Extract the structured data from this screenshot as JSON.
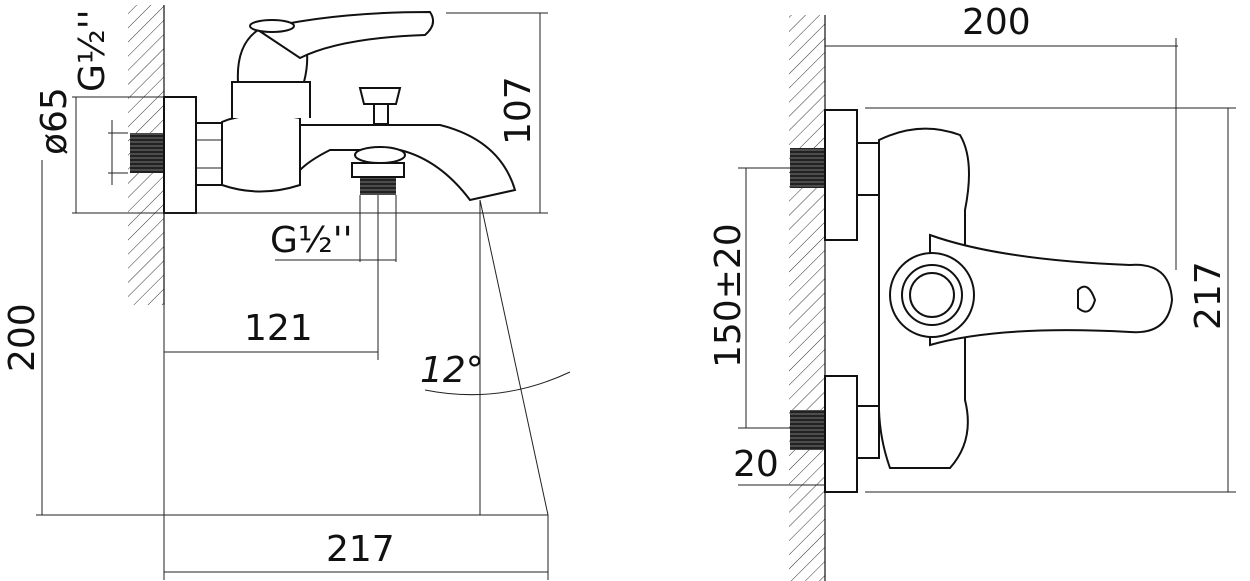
{
  "side_view": {
    "dimensions": {
      "thread_inlet": "G½''",
      "diameter_flange": "ø65",
      "height_top": "107",
      "thread_outlet": "G½''",
      "spout_offset": "121",
      "angle": "12°",
      "height_total": "200",
      "width_total": "217"
    }
  },
  "front_view": {
    "dimensions": {
      "depth": "200",
      "height": "217",
      "center_distance": "150±20",
      "thread_length": "20"
    }
  }
}
